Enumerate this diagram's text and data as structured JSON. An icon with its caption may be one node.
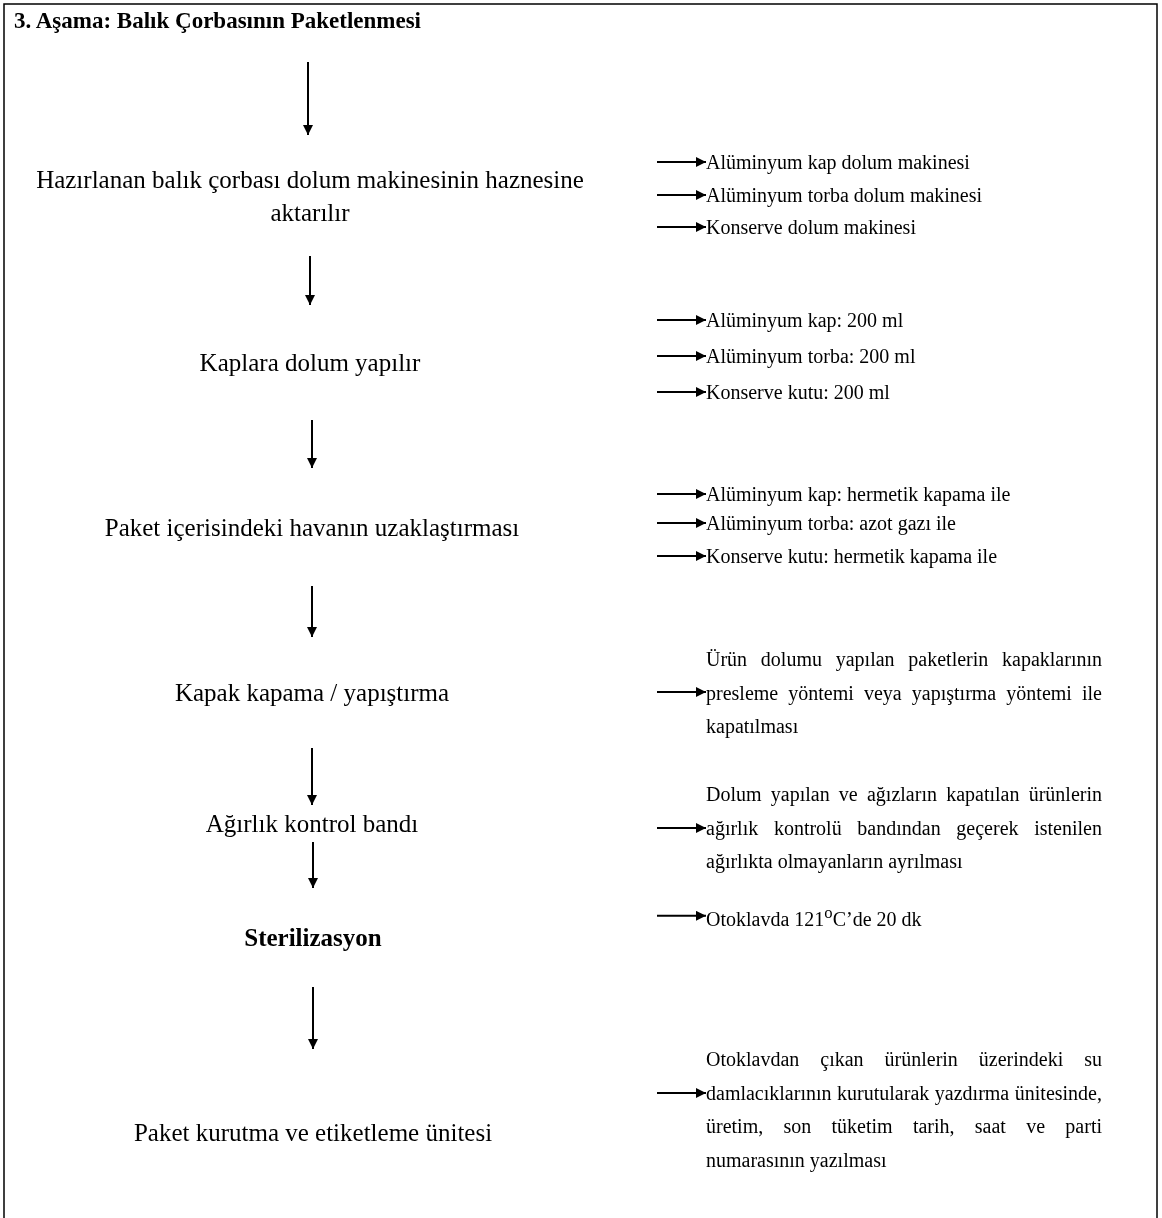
{
  "diagram": {
    "title": "3. Aşama: Balık Çorbasının Paketlenmesi",
    "nodes": [
      {
        "text": [
          "Hazırlanan balık çorbası dolum makinesinin haznesine aktarılır"
        ]
      },
      {
        "text": [
          "Alüminyum kap dolum makinesi"
        ]
      },
      {
        "text": [
          "Alüminyum torba dolum makinesi"
        ]
      },
      {
        "text": [
          "Konserve dolum makinesi"
        ]
      },
      {
        "text": [
          "Kaplara dolum yapılır"
        ]
      },
      {
        "text": [
          "Alüminyum kap: 200 ml"
        ]
      },
      {
        "text": [
          "Alüminyum torba: 200 ml"
        ]
      },
      {
        "text": [
          "Konserve kutu: 200 ml"
        ]
      },
      {
        "text": [
          "Paket içerisindeki havanın uzaklaştırması"
        ]
      },
      {
        "text": [
          "Alüminyum kap: hermetik kapama ile"
        ]
      },
      {
        "text": [
          "Alüminyum torba: azot gazı ile"
        ]
      },
      {
        "text": [
          "Konserve kutu: hermetik kapama ile"
        ]
      },
      {
        "text": [
          "Kapak kapama / yapıştırma"
        ]
      },
      {
        "text": [
          "Ürün dolumu yapılan paketlerin kapaklarının presleme yöntemi veya yapıştırma yöntemi ile kapatılması"
        ]
      },
      {
        "text": [
          "Ağırlık kontrol bandı"
        ]
      },
      {
        "text": [
          "Dolum yapılan ve ağızların kapatılan ürünlerin ağırlık kontrolü bandından geçerek istenilen ağırlıkta olmayanların ayrılması"
        ]
      },
      {
        "text": [
          "Sterilizasyon"
        ]
      },
      {
        "text": [
          "Otoklavda 121$^{o}$C’de 20 dk"
        ]
      },
      {
        "text": [
          "Paket kurutma ve etiketleme ünitesi"
        ]
      },
      {
        "text": [
          "Otoklavdan çıkan ürünlerin üzerindeki su damlacıklarının kurutularak yazdırma ünitesinde, üretim, son tüketim tarih, saat ve parti numarasının yazılması"
        ]
      }
    ],
    "edges": [
      {
        "from": null,
        "to": 0,
        "arrow": "to"
      },
      {
        "from": 0,
        "to": 4,
        "arrow": "to"
      },
      {
        "from": 4,
        "to": 8,
        "arrow": "to"
      },
      {
        "from": 8,
        "to": 12,
        "arrow": "to"
      },
      {
        "from": 12,
        "to": 14,
        "arrow": "to"
      },
      {
        "from": 14,
        "to": 16,
        "arrow": "to"
      },
      {
        "from": 16,
        "to": 18,
        "arrow": "to"
      },
      {
        "from": null,
        "to": 1,
        "arrow": "to"
      },
      {
        "from": null,
        "to": 2,
        "arrow": "to"
      },
      {
        "from": null,
        "to": 3,
        "arrow": "to"
      },
      {
        "from": null,
        "to": 5,
        "arrow": "to"
      },
      {
        "from": null,
        "to": 6,
        "arrow": "to"
      },
      {
        "from": null,
        "to": 7,
        "arrow": "to"
      },
      {
        "from": null,
        "to": 9,
        "arrow": "to"
      },
      {
        "from": null,
        "to": 10,
        "arrow": "to"
      },
      {
        "from": null,
        "to": 11,
        "arrow": "to"
      },
      {
        "from": null,
        "to": 13,
        "arrow": "to"
      },
      {
        "from": null,
        "to": 15,
        "arrow": "to"
      },
      {
        "from": null,
        "to": 17,
        "arrow": "to"
      },
      {
        "from": null,
        "to": 19,
        "arrow": "to"
      }
    ]
  }
}
